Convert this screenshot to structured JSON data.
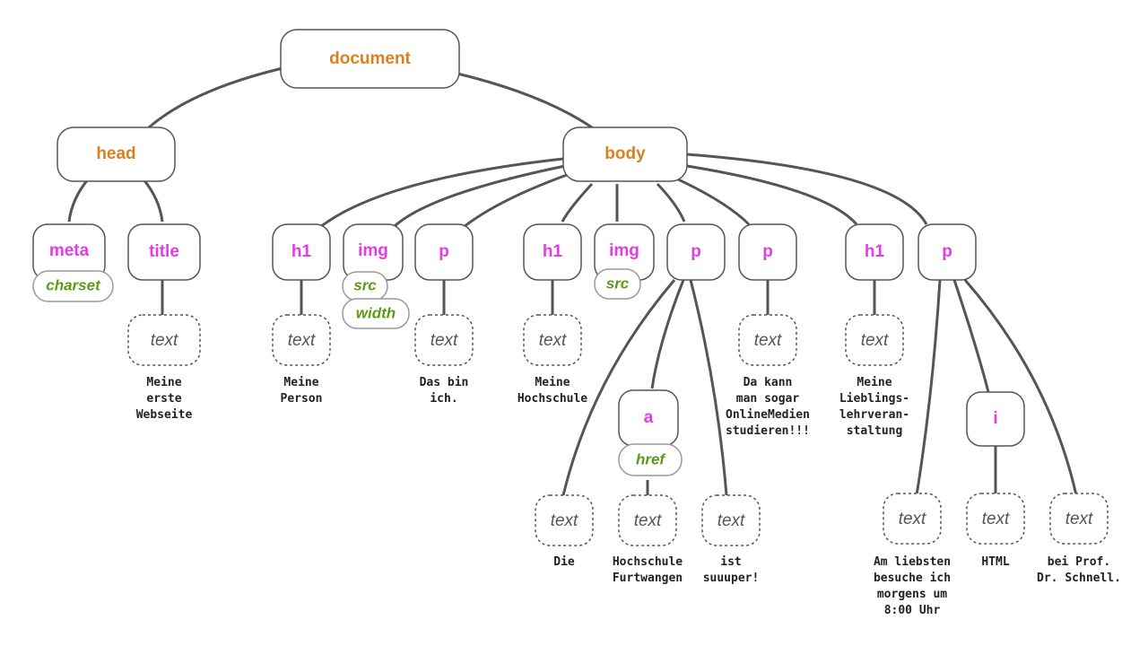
{
  "colors": {
    "document_label": "#d9811f",
    "element_label": "#e43ce4",
    "attribute_label": "#5b9b16",
    "text_node_label": "#555555",
    "edge": "#555555"
  },
  "tree": {
    "document": "document",
    "head": {
      "label": "head",
      "meta": {
        "label": "meta",
        "attributes": [
          "charset"
        ]
      },
      "title": {
        "label": "title",
        "text_node": "text",
        "content": [
          "Meine",
          "erste",
          "Webseite"
        ]
      }
    },
    "body": {
      "label": "body",
      "h1_1": {
        "label": "h1",
        "text_node": "text",
        "content": [
          "Meine",
          "Person"
        ]
      },
      "img_1": {
        "label": "img",
        "attributes": [
          "src",
          "width"
        ]
      },
      "p_1": {
        "label": "p",
        "text_node": "text",
        "content": [
          "Das bin",
          "ich."
        ]
      },
      "h1_2": {
        "label": "h1",
        "text_node": "text",
        "content": [
          "Meine",
          "Hochschule"
        ]
      },
      "img_2": {
        "label": "img",
        "attributes": [
          "src"
        ]
      },
      "p_2": {
        "label": "p",
        "text_1": {
          "text_node": "text",
          "content": [
            "Die"
          ]
        },
        "a": {
          "label": "a",
          "attributes": [
            "href"
          ],
          "text_node": "text",
          "content": [
            "Hochschule",
            "Furtwangen"
          ]
        },
        "text_2": {
          "text_node": "text",
          "content": [
            "ist",
            "suuuper!"
          ]
        }
      },
      "p_3": {
        "label": "p",
        "text_node": "text",
        "content": [
          "Da kann",
          "man sogar",
          "OnlineMedien",
          "studieren!!!"
        ]
      },
      "h1_3": {
        "label": "h1",
        "text_node": "text",
        "content": [
          "Meine",
          "Lieblings-",
          "lehrveran-",
          "staltung"
        ]
      },
      "p_4": {
        "label": "p",
        "text_1": {
          "text_node": "text",
          "content": [
            "Am liebsten",
            "besuche ich",
            "morgens um",
            "8:00 Uhr"
          ]
        },
        "i": {
          "label": "i",
          "text_node": "text",
          "content": [
            "HTML"
          ]
        },
        "text_2": {
          "text_node": "text",
          "content": [
            "bei Prof.",
            "Dr. Schnell."
          ]
        }
      }
    }
  }
}
